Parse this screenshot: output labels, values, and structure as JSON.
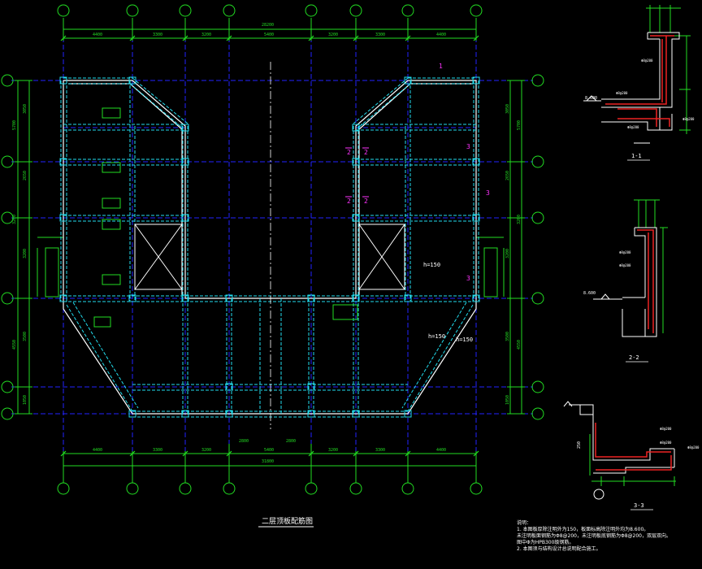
{
  "drawing_title": "二层顶板配筋图",
  "slab_thickness_labels": [
    "h=150",
    "h=150",
    "h=150"
  ],
  "overall_dim_top": "28200",
  "overall_dim_bottom": "31800",
  "sections": [
    {
      "name": "1-1"
    },
    {
      "name": "2-2"
    },
    {
      "name": "3-3"
    }
  ],
  "level_mark": "8.600",
  "notes": {
    "heading": "说明：",
    "lines": [
      "1. 本图板厚除注明外为150，板面标高除注明外均为8.600。",
      "   未注明板面钢筋为Φ8@200，未注明板底钢筋为Φ8@200，双层双向。",
      "   图中Φ为HPB300级钢筋。",
      "2. 本图须与结构设计总说明配合施工。"
    ]
  },
  "colors": {
    "axis": "#2222ff",
    "beam": "#22ddee",
    "wall": "#ffffff",
    "dimension": "#22dd22",
    "rebar": "#ee2222",
    "magenta": "#ff33ff",
    "text": "#ffffff"
  }
}
